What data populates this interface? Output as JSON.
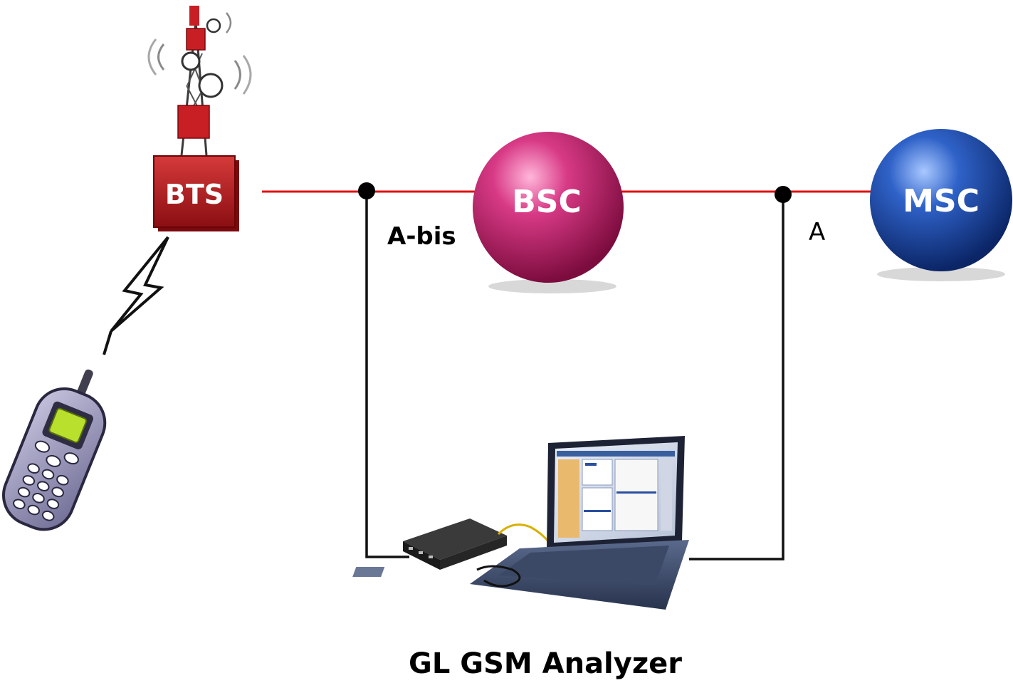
{
  "nodes": {
    "bts": {
      "label": "BTS",
      "color": "#b4141a"
    },
    "bsc": {
      "label": "BSC",
      "color": "#c6226e"
    },
    "msc": {
      "label": "MSC",
      "color": "#1f4fb0"
    }
  },
  "interfaces": {
    "abis": {
      "label": "A-bis"
    },
    "a": {
      "label": "A"
    }
  },
  "analyzer": {
    "caption": "GL GSM Analyzer"
  },
  "colors": {
    "link": "#e01010",
    "probe_wire": "#111111"
  },
  "icons": {
    "tower": "cell-tower-icon",
    "phone": "mobile-phone-icon",
    "radio": "lightning-bolt-icon",
    "laptop": "laptop-icon",
    "probe": "probe-hardware-icon"
  }
}
